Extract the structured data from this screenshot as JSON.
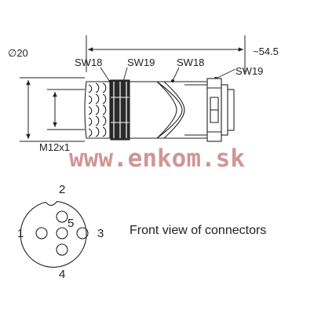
{
  "dimensions": {
    "diameter": "∅20",
    "length": "~54.5",
    "thread": "M12x1",
    "wrench_sizes": [
      "SW18",
      "SW19",
      "SW18",
      "SW19"
    ]
  },
  "pins": {
    "labels": [
      "1",
      "2",
      "3",
      "4",
      "5"
    ]
  },
  "caption": "Front view of connectors",
  "watermark": "www.enkom.sk"
}
